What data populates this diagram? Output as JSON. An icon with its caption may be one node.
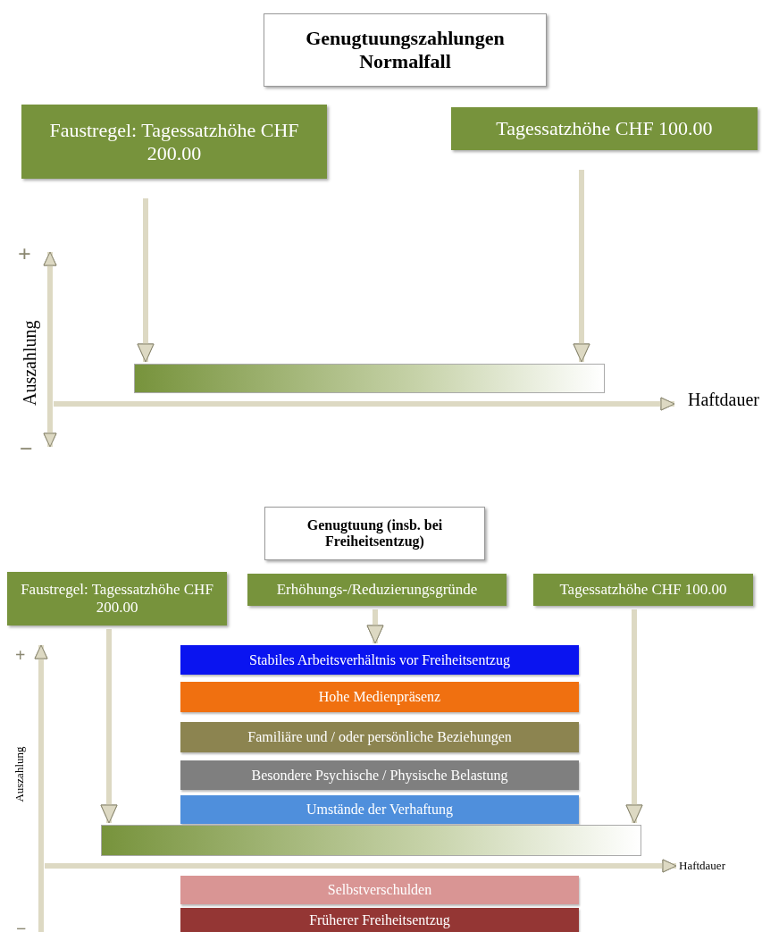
{
  "diagram": {
    "nodes": [
      {
        "text": [
          "Genugtuungszahlungen Normalfall"
        ]
      },
      {
        "text": [
          "Faustregel: Tagessatzhöhe CHF 200.00"
        ]
      },
      {
        "text": [
          "Tagessatzhöhe CHF 100.00"
        ]
      },
      {
        "text": [],
        "shape": "bar"
      },
      {
        "text": [
          "Genugtuung (insb. bei Freiheitsentzug)"
        ]
      },
      {
        "text": [
          "Faustregel: Tagessatzhöhe CHF 200.00"
        ]
      },
      {
        "text": [
          "Erhöhungs-/Reduzierungsgründe"
        ]
      },
      {
        "text": [
          "Tagessatzhöhe CHF 100.00"
        ]
      },
      {
        "text": [
          "Stabiles Arbeitsverhältnis vor Freiheitsentzug"
        ]
      },
      {
        "text": [
          "Hohe Medienpräsenz"
        ]
      },
      {
        "text": [
          "Familiäre und / oder persönliche Beziehungen"
        ]
      },
      {
        "text": [
          "Besondere Psychische / Physische Belastung"
        ]
      },
      {
        "text": [
          "Umstände der Verhaftung"
        ]
      },
      {
        "text": [],
        "shape": "bar"
      },
      {
        "text": [
          "Selbstverschulden"
        ]
      },
      {
        "text": [
          "Früherer Freiheitsentzug"
        ]
      }
    ],
    "edges": [
      {
        "from": 1,
        "to": 3,
        "arrow": "to"
      },
      {
        "from": 2,
        "to": 3,
        "arrow": "to"
      },
      {
        "from": 5,
        "to": 13,
        "arrow": "to"
      },
      {
        "from": 6,
        "to": 8,
        "arrow": "to"
      },
      {
        "from": 7,
        "to": 13,
        "arrow": "to"
      }
    ],
    "labels": [
      "+",
      "Auszahlung",
      "Haftdauer",
      "−",
      "+",
      "Auszahlung",
      "Haftdauer",
      "−"
    ]
  }
}
